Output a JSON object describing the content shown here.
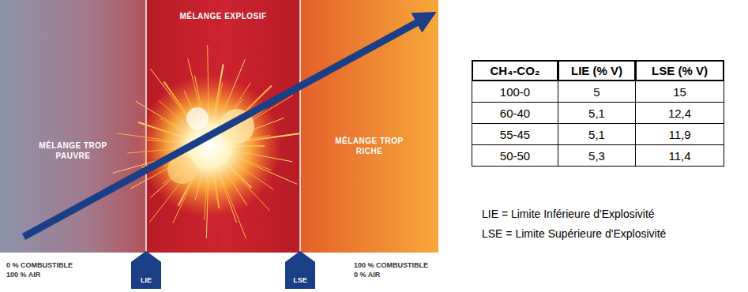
{
  "diagram": {
    "nodes": [
      {
        "text": [
          "MÉLANGE TROP PAUVRE"
        ]
      },
      {
        "text": [
          "MÉLANGE EXPLOSIF"
        ]
      },
      {
        "text": [
          "MÉLANGE TROP RICHE"
        ]
      },
      {
        "text": [
          "LIE"
        ]
      },
      {
        "text": [
          "LSE"
        ]
      }
    ],
    "labels": [
      "0 % COMBUSTIBLE",
      "100 % AIR",
      "100 % COMBUSTIBLE",
      "0 % AIR",
      "CH₄-CO₂",
      "LIE (% V)",
      "LSE (% V)",
      "100-0",
      "5",
      "15",
      "60-40",
      "5,1",
      "12,4",
      "55-45",
      "5,1",
      "11,9",
      "50-50",
      "5,3",
      "11,4",
      "LIE = Limite Inférieure d'Explosivité",
      "LSE = Limite Supérieure d'Explosivité"
    ]
  }
}
